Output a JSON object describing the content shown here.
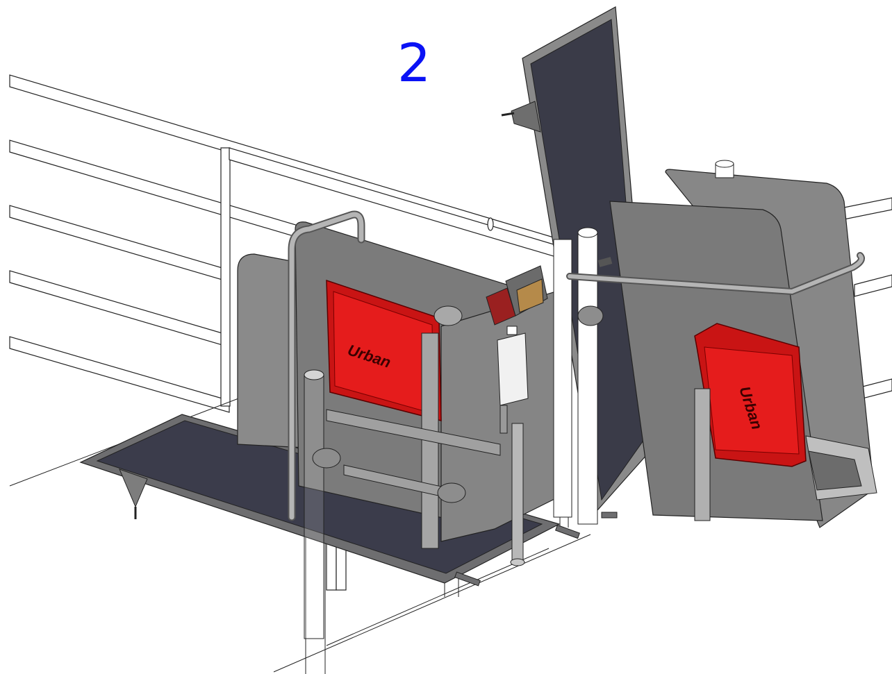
{
  "step_number": "2",
  "unit_left": {
    "logo_text": "Urban"
  },
  "unit_right": {
    "logo_text": "Urban"
  },
  "colors": {
    "step_number": "#0a12f5",
    "panel_gray": "#7b7b7b",
    "panel_dark": "#3a3b48",
    "panel_edge": "#a9a9a9",
    "tray_dark": "#3b3c4b",
    "feeder_red": "#d41414",
    "feeder_red_light": "#ff2020",
    "rail_outline": "#222222",
    "bracket_gray": "#c9c9c9"
  },
  "icons": {
    "feeder_box": "feeder-box-icon",
    "dispenser": "dispenser-icon"
  }
}
